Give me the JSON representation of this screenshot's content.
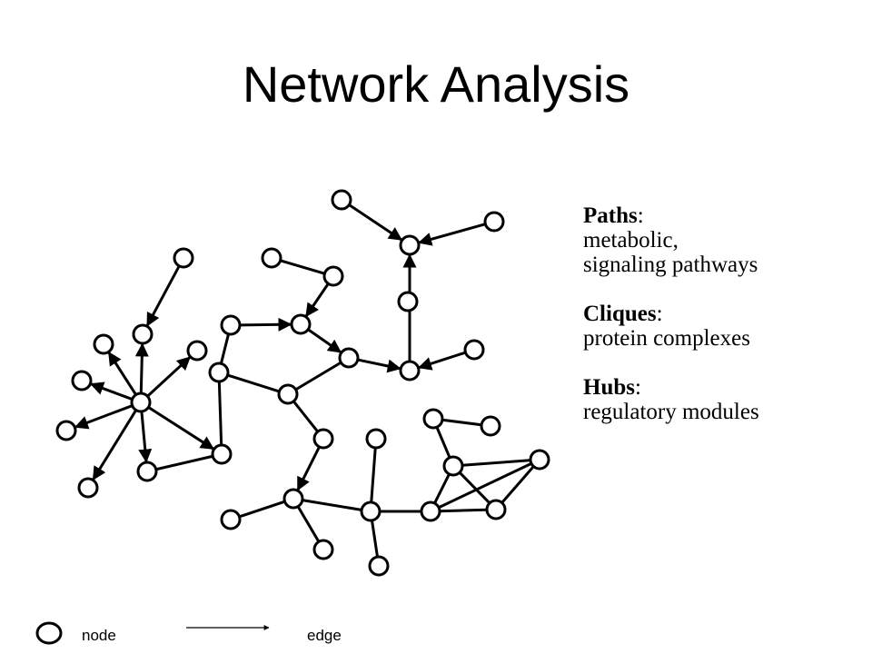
{
  "title": "Network Analysis",
  "annotations": [
    {
      "heading": "Paths",
      "lines": [
        "metabolic,",
        "signaling pathways"
      ]
    },
    {
      "heading": "Cliques",
      "lines": [
        "protein complexes"
      ]
    },
    {
      "heading": "Hubs",
      "lines": [
        "regulatory modules"
      ]
    }
  ],
  "key": {
    "node_label": "node",
    "edge_label": "edge"
  },
  "colors": {
    "stroke": "#000000",
    "node_fill": "#ffffff"
  }
}
